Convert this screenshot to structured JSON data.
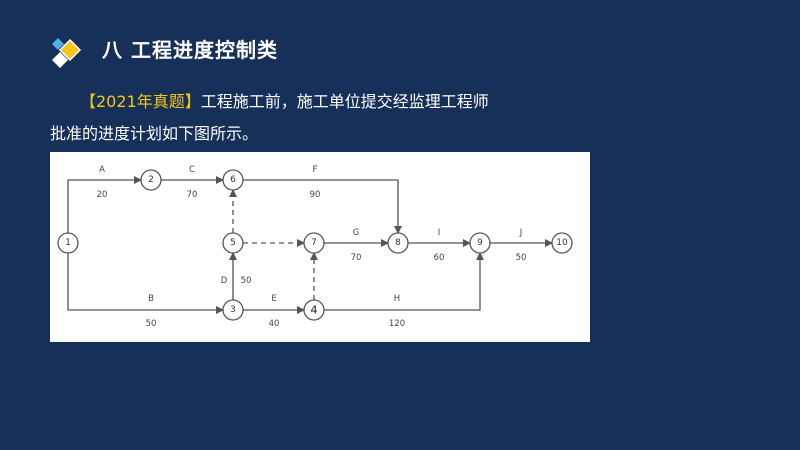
{
  "header": {
    "title": "八  工程进度控制类",
    "logo_icon": "diamond-logo-icon"
  },
  "question": {
    "tag": "【2021年真题】",
    "line1": "工程施工前，施工单位提交经监理工程师",
    "line2": "批准的进度计划如下图所示。"
  },
  "diagram": {
    "nodes": [
      {
        "id": "1",
        "label": "1"
      },
      {
        "id": "2",
        "label": "2"
      },
      {
        "id": "3",
        "label": "3"
      },
      {
        "id": "4",
        "label": "4"
      },
      {
        "id": "5",
        "label": "5"
      },
      {
        "id": "6",
        "label": "6"
      },
      {
        "id": "7",
        "label": "7"
      },
      {
        "id": "8",
        "label": "8"
      },
      {
        "id": "9",
        "label": "9"
      },
      {
        "id": "10",
        "label": "10"
      }
    ],
    "activities": [
      {
        "name": "A",
        "duration": "20",
        "from": "1",
        "to": "2"
      },
      {
        "name": "C",
        "duration": "70",
        "from": "2",
        "to": "6"
      },
      {
        "name": "F",
        "duration": "90",
        "from": "6",
        "to": "8"
      },
      {
        "name": "B",
        "duration": "50",
        "from": "1",
        "to": "3"
      },
      {
        "name": "D",
        "duration": "50",
        "from": "3",
        "to": "5"
      },
      {
        "name": "E",
        "duration": "40",
        "from": "3",
        "to": "4"
      },
      {
        "name": "G",
        "duration": "70",
        "from": "7",
        "to": "8"
      },
      {
        "name": "H",
        "duration": "120",
        "from": "4",
        "to": "9"
      },
      {
        "name": "I",
        "duration": "60",
        "from": "8",
        "to": "9"
      },
      {
        "name": "J",
        "duration": "50",
        "from": "9",
        "to": "10"
      }
    ],
    "dummies": [
      {
        "from": "5",
        "to": "6"
      },
      {
        "from": "5",
        "to": "7"
      },
      {
        "from": "4",
        "to": "7"
      }
    ]
  }
}
